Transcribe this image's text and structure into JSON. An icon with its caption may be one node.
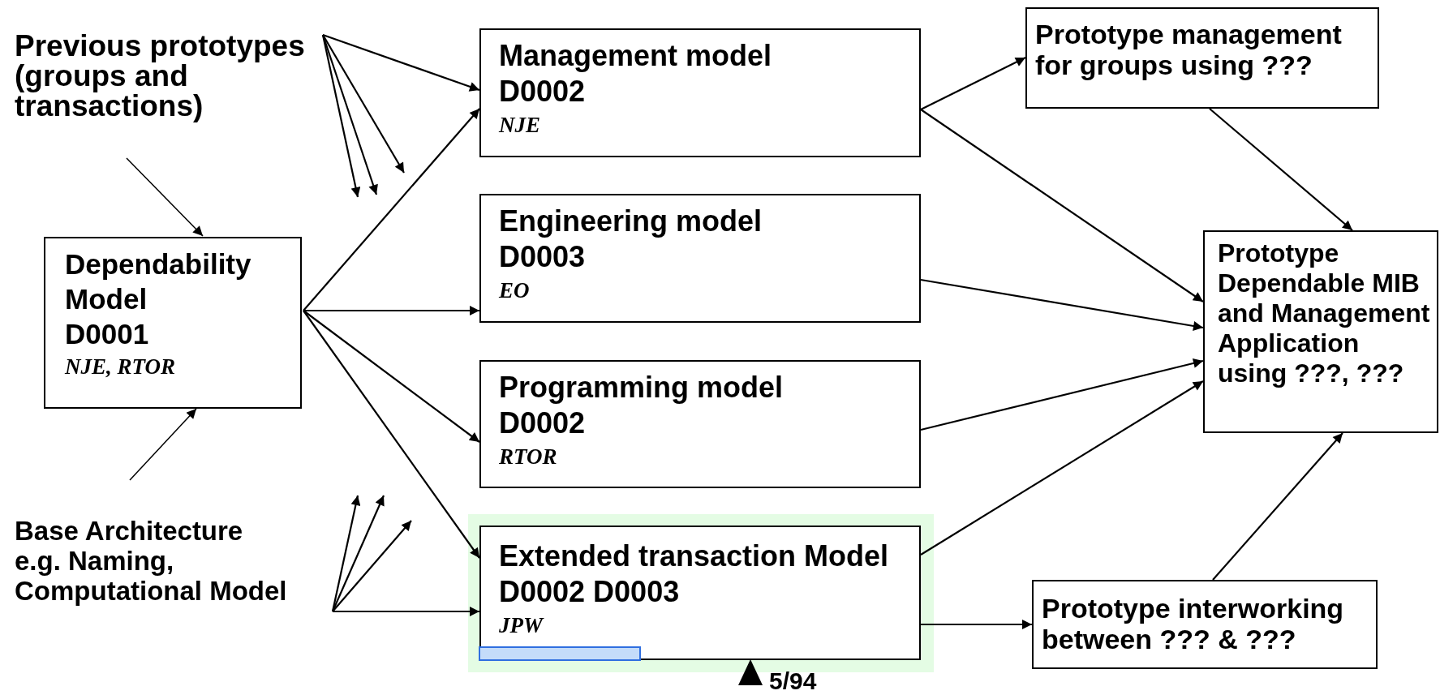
{
  "diagram": {
    "nodes": [
      {
        "text": [
          "Previous prototypes (groups and transactions)"
        ]
      },
      {
        "text": [
          "Dependability Model",
          "D0001",
          "NJE, RTOR"
        ]
      },
      {
        "text": [
          "Base Architecture",
          "e.g. Naming, Computational Model"
        ]
      },
      {
        "text": [
          "Management model",
          "D0002",
          "NJE"
        ]
      },
      {
        "text": [
          "Engineering model",
          "D0003",
          "EO"
        ]
      },
      {
        "text": [
          "Programming model",
          "D0002",
          "RTOR"
        ]
      },
      {
        "text": [
          "Extended transaction Model",
          "D0002 D0003",
          "JPW"
        ]
      },
      {
        "text": [
          "Prototype management for groups using ???"
        ]
      },
      {
        "text": [
          "Prototype Dependable MIB and Management Application using ???, ???"
        ]
      },
      {
        "text": [
          "Prototype interworking between ??? & ???"
        ]
      }
    ],
    "edges": [
      {
        "from": 0,
        "to": 3,
        "arrow": "to"
      },
      {
        "from": 0,
        "to": null,
        "arrow": "to"
      },
      {
        "from": 0,
        "to": null,
        "arrow": "to"
      },
      {
        "from": 0,
        "to": null,
        "arrow": "to"
      },
      {
        "from": null,
        "to": 1,
        "arrow": "to"
      },
      {
        "from": null,
        "to": 1,
        "arrow": "to"
      },
      {
        "from": 1,
        "to": 3,
        "arrow": "to"
      },
      {
        "from": 1,
        "to": 4,
        "arrow": "to"
      },
      {
        "from": 1,
        "to": 5,
        "arrow": "to"
      },
      {
        "from": 1,
        "to": 6,
        "arrow": "to"
      },
      {
        "from": 2,
        "to": null,
        "arrow": "to"
      },
      {
        "from": 2,
        "to": null,
        "arrow": "to"
      },
      {
        "from": 2,
        "to": null,
        "arrow": "to"
      },
      {
        "from": 2,
        "to": 6,
        "arrow": "to"
      },
      {
        "from": 3,
        "to": 7,
        "arrow": "to"
      },
      {
        "from": 3,
        "to": 8,
        "arrow": "to"
      },
      {
        "from": 7,
        "to": 8,
        "arrow": "to"
      },
      {
        "from": 4,
        "to": 8,
        "arrow": "to"
      },
      {
        "from": 5,
        "to": 8,
        "arrow": "to"
      },
      {
        "from": 6,
        "to": 8,
        "arrow": "to"
      },
      {
        "from": 6,
        "to": 9,
        "arrow": "to"
      },
      {
        "from": 9,
        "to": 8,
        "arrow": "to"
      }
    ],
    "labels": [
      "5/94"
    ]
  }
}
